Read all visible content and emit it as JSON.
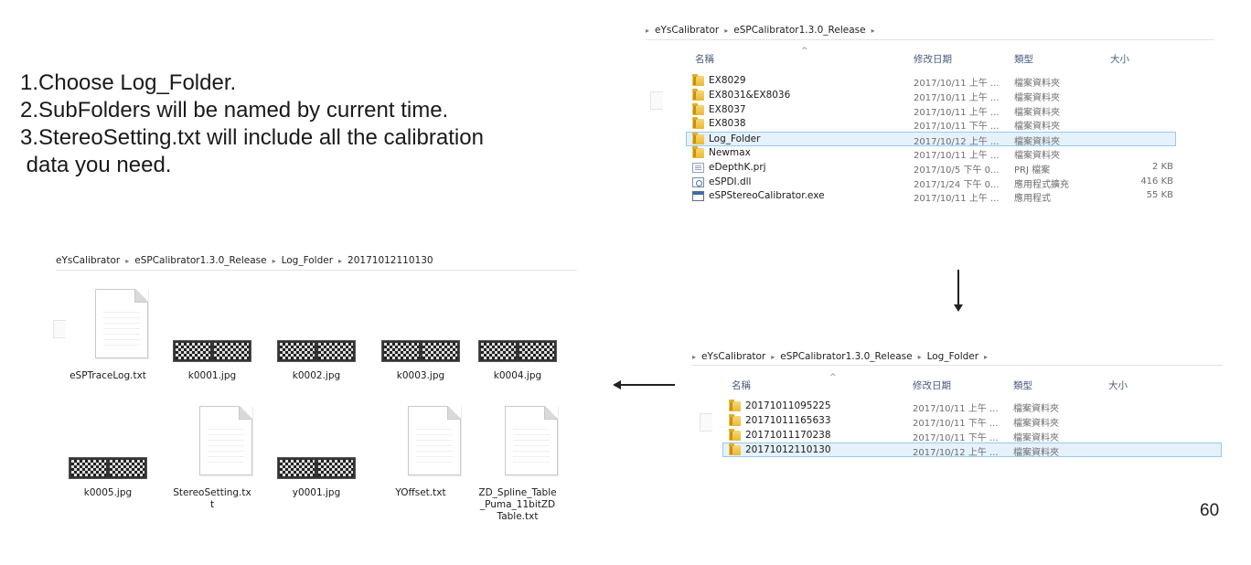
{
  "instructions": [
    "1.Choose Log_Folder.",
    "2.SubFolders will be named by current time.",
    "3.StereoSetting.txt will include all the calibration",
    " data you need."
  ],
  "page_number": "60",
  "top_explorer": {
    "breadcrumb": [
      "eYsCalibrator",
      "eSPCalibrator1.3.0_Release"
    ],
    "columns": {
      "name": "名稱",
      "date": "修改日期",
      "type": "類型",
      "size": "大小"
    },
    "rows": [
      {
        "icon": "folder-icon",
        "name": "EX8029",
        "date": "2017/10/11 上午 ...",
        "type": "檔案資料夾",
        "size": ""
      },
      {
        "icon": "folder-icon",
        "name": "EX8031&EX8036",
        "date": "2017/10/11 上午 ...",
        "type": "檔案資料夾",
        "size": ""
      },
      {
        "icon": "folder-icon",
        "name": "EX8037",
        "date": "2017/10/11 上午 ...",
        "type": "檔案資料夾",
        "size": ""
      },
      {
        "icon": "folder-icon",
        "name": "EX8038",
        "date": "2017/10/11 下午 ...",
        "type": "檔案資料夾",
        "size": ""
      },
      {
        "icon": "folder-icon",
        "name": "Log_Folder",
        "date": "2017/10/12 上午 ...",
        "type": "檔案資料夾",
        "size": "",
        "selected": true
      },
      {
        "icon": "folder-icon",
        "name": "Newmax",
        "date": "2017/10/11 上午 ...",
        "type": "檔案資料夾",
        "size": ""
      },
      {
        "icon": "file-icon",
        "name": "eDepthK.prj",
        "date": "2017/10/5 下午 0...",
        "type": "PRJ 檔案",
        "size": "2 KB"
      },
      {
        "icon": "dll-icon",
        "name": "eSPDI.dll",
        "date": "2017/1/24 下午 0...",
        "type": "應用程式擴充",
        "size": "416 KB"
      },
      {
        "icon": "exe-icon",
        "name": "eSPStereoCalibrator.exe",
        "date": "2017/10/11 上午 ...",
        "type": "應用程式",
        "size": "55 KB"
      }
    ]
  },
  "bottom_right_explorer": {
    "breadcrumb": [
      "eYsCalibrator",
      "eSPCalibrator1.3.0_Release",
      "Log_Folder"
    ],
    "columns": {
      "name": "名稱",
      "date": "修改日期",
      "type": "類型",
      "size": "大小"
    },
    "rows": [
      {
        "icon": "folder-icon",
        "name": "20171011095225",
        "date": "2017/10/11 上午 ...",
        "type": "檔案資料夾",
        "size": ""
      },
      {
        "icon": "folder-icon",
        "name": "20171011165633",
        "date": "2017/10/11 下午 ...",
        "type": "檔案資料夾",
        "size": ""
      },
      {
        "icon": "folder-icon",
        "name": "20171011170238",
        "date": "2017/10/11 下午 ...",
        "type": "檔案資料夾",
        "size": ""
      },
      {
        "icon": "folder-icon",
        "name": "20171012110130",
        "date": "2017/10/12 上午 ...",
        "type": "檔案資料夾",
        "size": "",
        "selected": true
      }
    ]
  },
  "left_explorer": {
    "breadcrumb": [
      "eYsCalibrator",
      "eSPCalibrator1.3.0_Release",
      "Log_Folder",
      "20171012110130"
    ],
    "items": [
      {
        "kind": "doc",
        "label": "eSPTraceLog.txt"
      },
      {
        "kind": "image",
        "label": "k0001.jpg"
      },
      {
        "kind": "image",
        "label": "k0002.jpg"
      },
      {
        "kind": "image",
        "label": "k0003.jpg"
      },
      {
        "kind": "image",
        "label": "k0004.jpg"
      },
      {
        "kind": "image",
        "label": "k0005.jpg"
      },
      {
        "kind": "doc",
        "label": "StereoSetting.tx t"
      },
      {
        "kind": "image",
        "label": "y0001.jpg"
      },
      {
        "kind": "doc",
        "label": "YOffset.txt"
      },
      {
        "kind": "doc",
        "label": "ZD_Spline_Table _Puma_11bitZD Table.txt"
      }
    ]
  }
}
